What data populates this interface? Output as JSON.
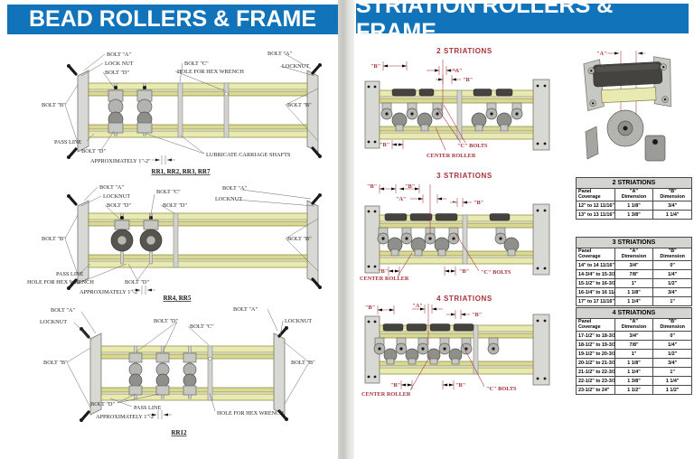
{
  "colors": {
    "header_blue": "#1173b9",
    "label_red": "#a53238",
    "rail_olive": "#e9e9b2"
  },
  "left_page": {
    "title": "BEAD ROLLERS & FRAME",
    "captions": {
      "d1": "RR1, RR2, RR3, RR7",
      "d2": "RR4, RR5",
      "d3": "RR12"
    }
  },
  "right_page": {
    "title": "STRIATION ROLLERS & FRAME",
    "headings": {
      "s2": "2 STRIATIONS",
      "s3": "3 STRIATIONS",
      "s4": "4 STRIATIONS"
    }
  },
  "labels": {
    "bolt_a": "BOLT \"A\"",
    "bolt_b": "BOLT \"B\"",
    "bolt_c": "BOLT \"C\"",
    "bolt_d": "BOLT \"D\"",
    "lock_nut": "LOCK NUT",
    "locknut": "LOCKNUT",
    "pass_line": "PASS LINE",
    "hex_wrench": "HOLE FOR HEX WRENCH",
    "approx": "APPROXIMATELY 1\"-2\"",
    "lubricate": "LUBRICATE CARRIAGE SHAFTS",
    "c_bolts": "\"C\" BOLTS",
    "center_roller": "CENTER ROLLER",
    "dim_a": "\"A\"",
    "dim_b": "\"B\""
  },
  "tables": {
    "s2": {
      "title": "2 STRIATIONS",
      "col_headers": [
        "Panel Coverage",
        "\"A\" Dimension",
        "\"B\" Dimension"
      ],
      "rows": [
        [
          "12\" to 12 11/16\"",
          "1 1/8\"",
          "3/4\""
        ],
        [
          "13\" to 13 11/16\"",
          "1 3/8\"",
          "1 1/4\""
        ]
      ]
    },
    "s3": {
      "title": "3 STRIATIONS",
      "col_headers": [
        "Panel Coverage",
        "\"A\" Dimension",
        "\"B\" Dimension"
      ],
      "rows": [
        [
          "14\" to 14 11/16\"",
          "3/4\"",
          "0\""
        ],
        [
          "14-3/4\" to 15-3/16\"",
          "7/8\"",
          "1/4\""
        ],
        [
          "15-1/2\" to 16-3/16\"",
          "1\"",
          "1/2\""
        ],
        [
          "16-1/4\" to 16 11/16\"",
          "1 1/8\"",
          "3/4\""
        ],
        [
          "17\" to 17 11/16\"",
          "1 1/4\"",
          "1\""
        ]
      ]
    },
    "s4": {
      "title": "4 STRIATIONS",
      "col_headers": [
        "Panel Coverage",
        "\"A\" Dimension",
        "\"B\" Dimension"
      ],
      "rows": [
        [
          "17-1/2\" to 18-3/16\"",
          "3/4\"",
          "0\""
        ],
        [
          "18-1/2\" to 19-3/16\"",
          "7/8\"",
          "1/4\""
        ],
        [
          "19-1/2\" to 20-3/16\"",
          "1\"",
          "1/2\""
        ],
        [
          "20-1/2\" to 21-3/16\"",
          "1 1/8\"",
          "3/4\""
        ],
        [
          "21-1/2\" to 22-3/16\"",
          "1 1/4\"",
          "1\""
        ],
        [
          "22-1/2\" to 23-3/16\"",
          "1 3/8\"",
          "1 1/4\""
        ],
        [
          "23-1/2\" to 24\"",
          "1 1/2\"",
          "1 1/2\""
        ]
      ]
    }
  }
}
